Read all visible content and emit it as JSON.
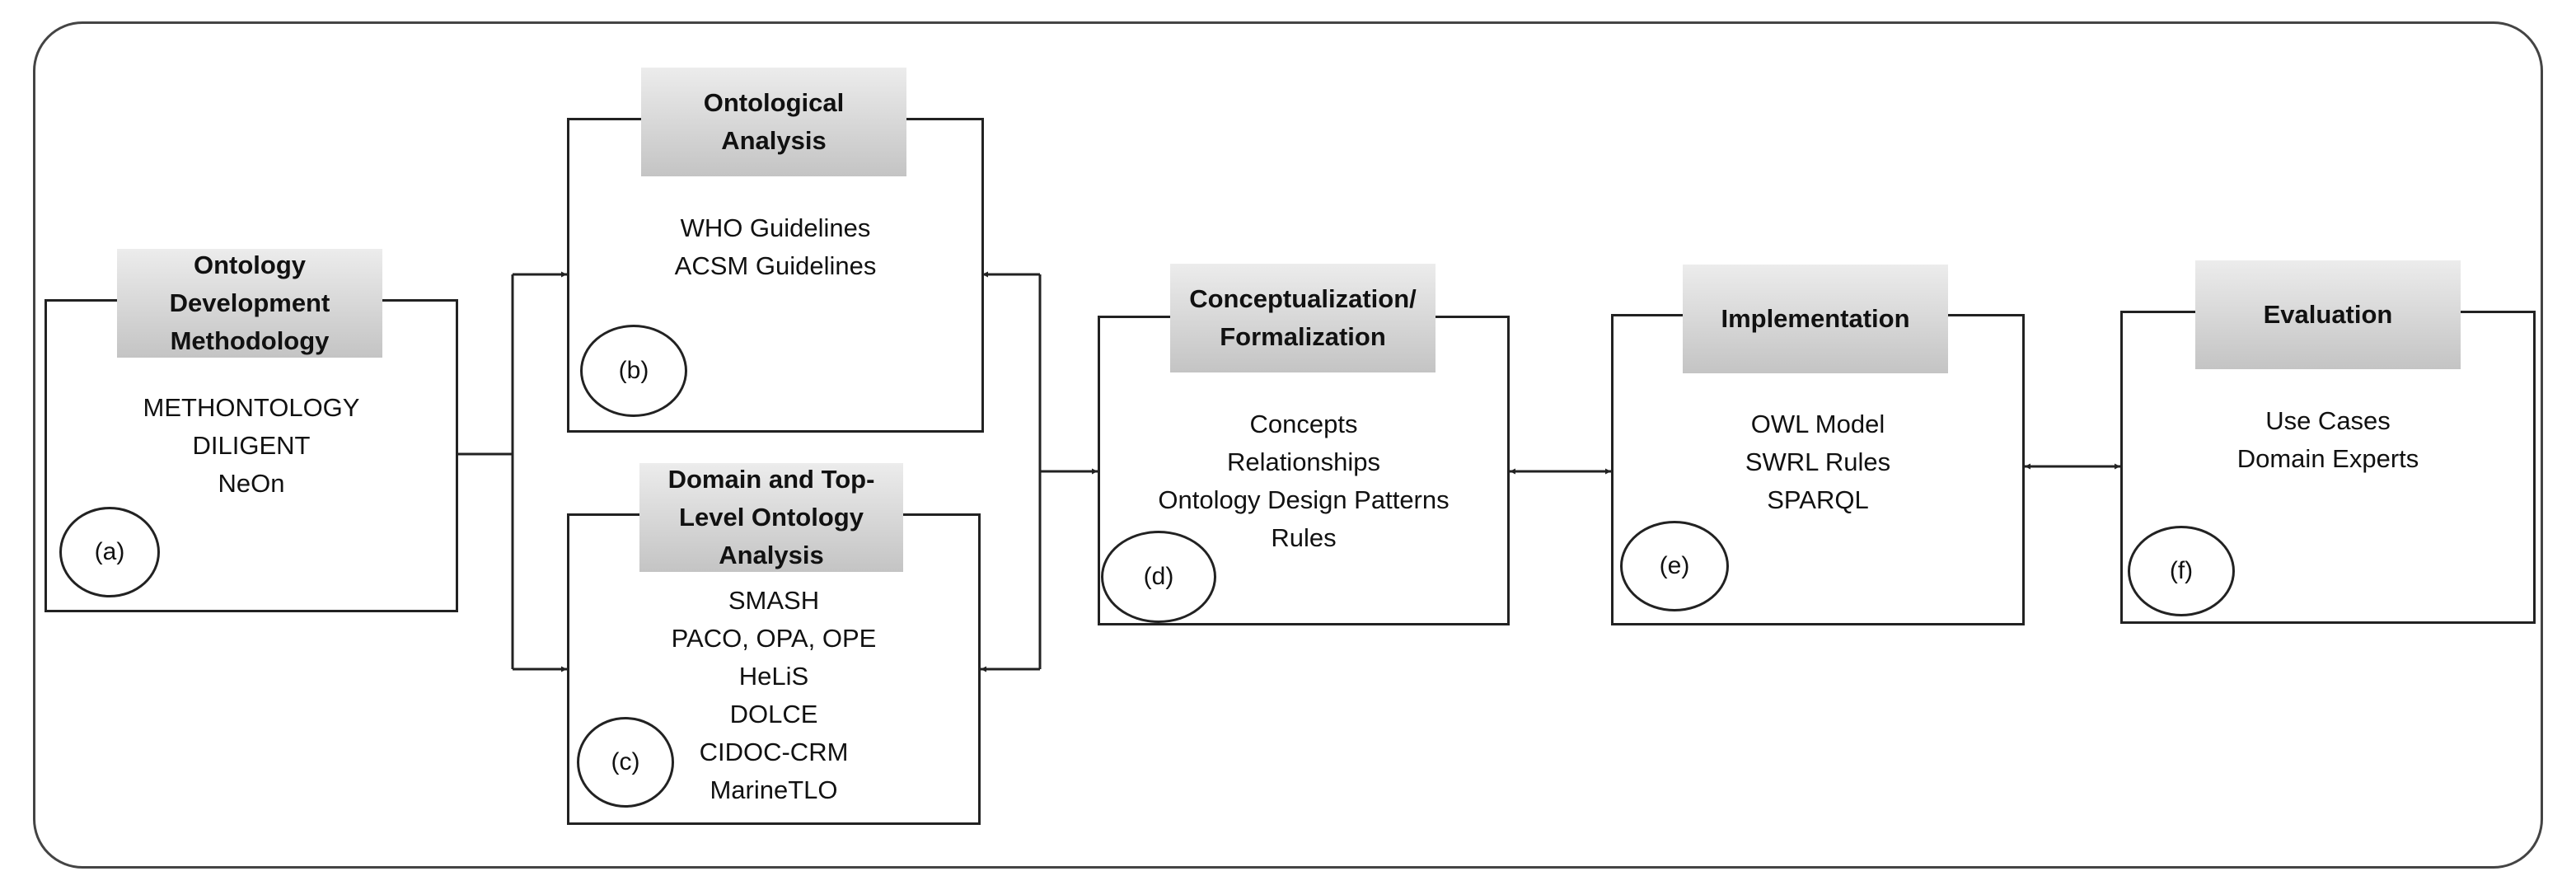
{
  "stages": [
    {
      "id": "methodology",
      "title": "Ontology Development Methodology",
      "items": [
        "METHONTOLOGY",
        "DILIGENT",
        "NeOn"
      ],
      "badge": "(a)"
    },
    {
      "id": "ontological",
      "title": "Ontological Analysis",
      "items": [
        "WHO Guidelines",
        "ACSM Guidelines"
      ],
      "badge": "(b)"
    },
    {
      "id": "domain",
      "title": "Domain and Top-Level Ontology Analysis",
      "items": [
        "SMASH",
        "PACO, OPA, OPE",
        "HeLiS",
        "DOLCE",
        "CIDOC-CRM",
        "MarineTLO"
      ],
      "badge": "(c)"
    },
    {
      "id": "conceptualization",
      "title": "Conceptualization/ Formalization",
      "items": [
        "Concepts",
        "Relationships",
        "Ontology Design Patterns",
        "Rules"
      ],
      "badge": "(d)"
    },
    {
      "id": "implementation",
      "title": "Implementation",
      "items": [
        "OWL Model",
        "SWRL Rules",
        "SPARQL"
      ],
      "badge": "(e)"
    },
    {
      "id": "evaluation",
      "title": "Evaluation",
      "items": [
        "Use Cases",
        "Domain Experts"
      ],
      "badge": "(f)"
    }
  ],
  "colors": {
    "header_top": "#ececec",
    "header_bottom": "#c4c4c4",
    "line": "#222222"
  }
}
